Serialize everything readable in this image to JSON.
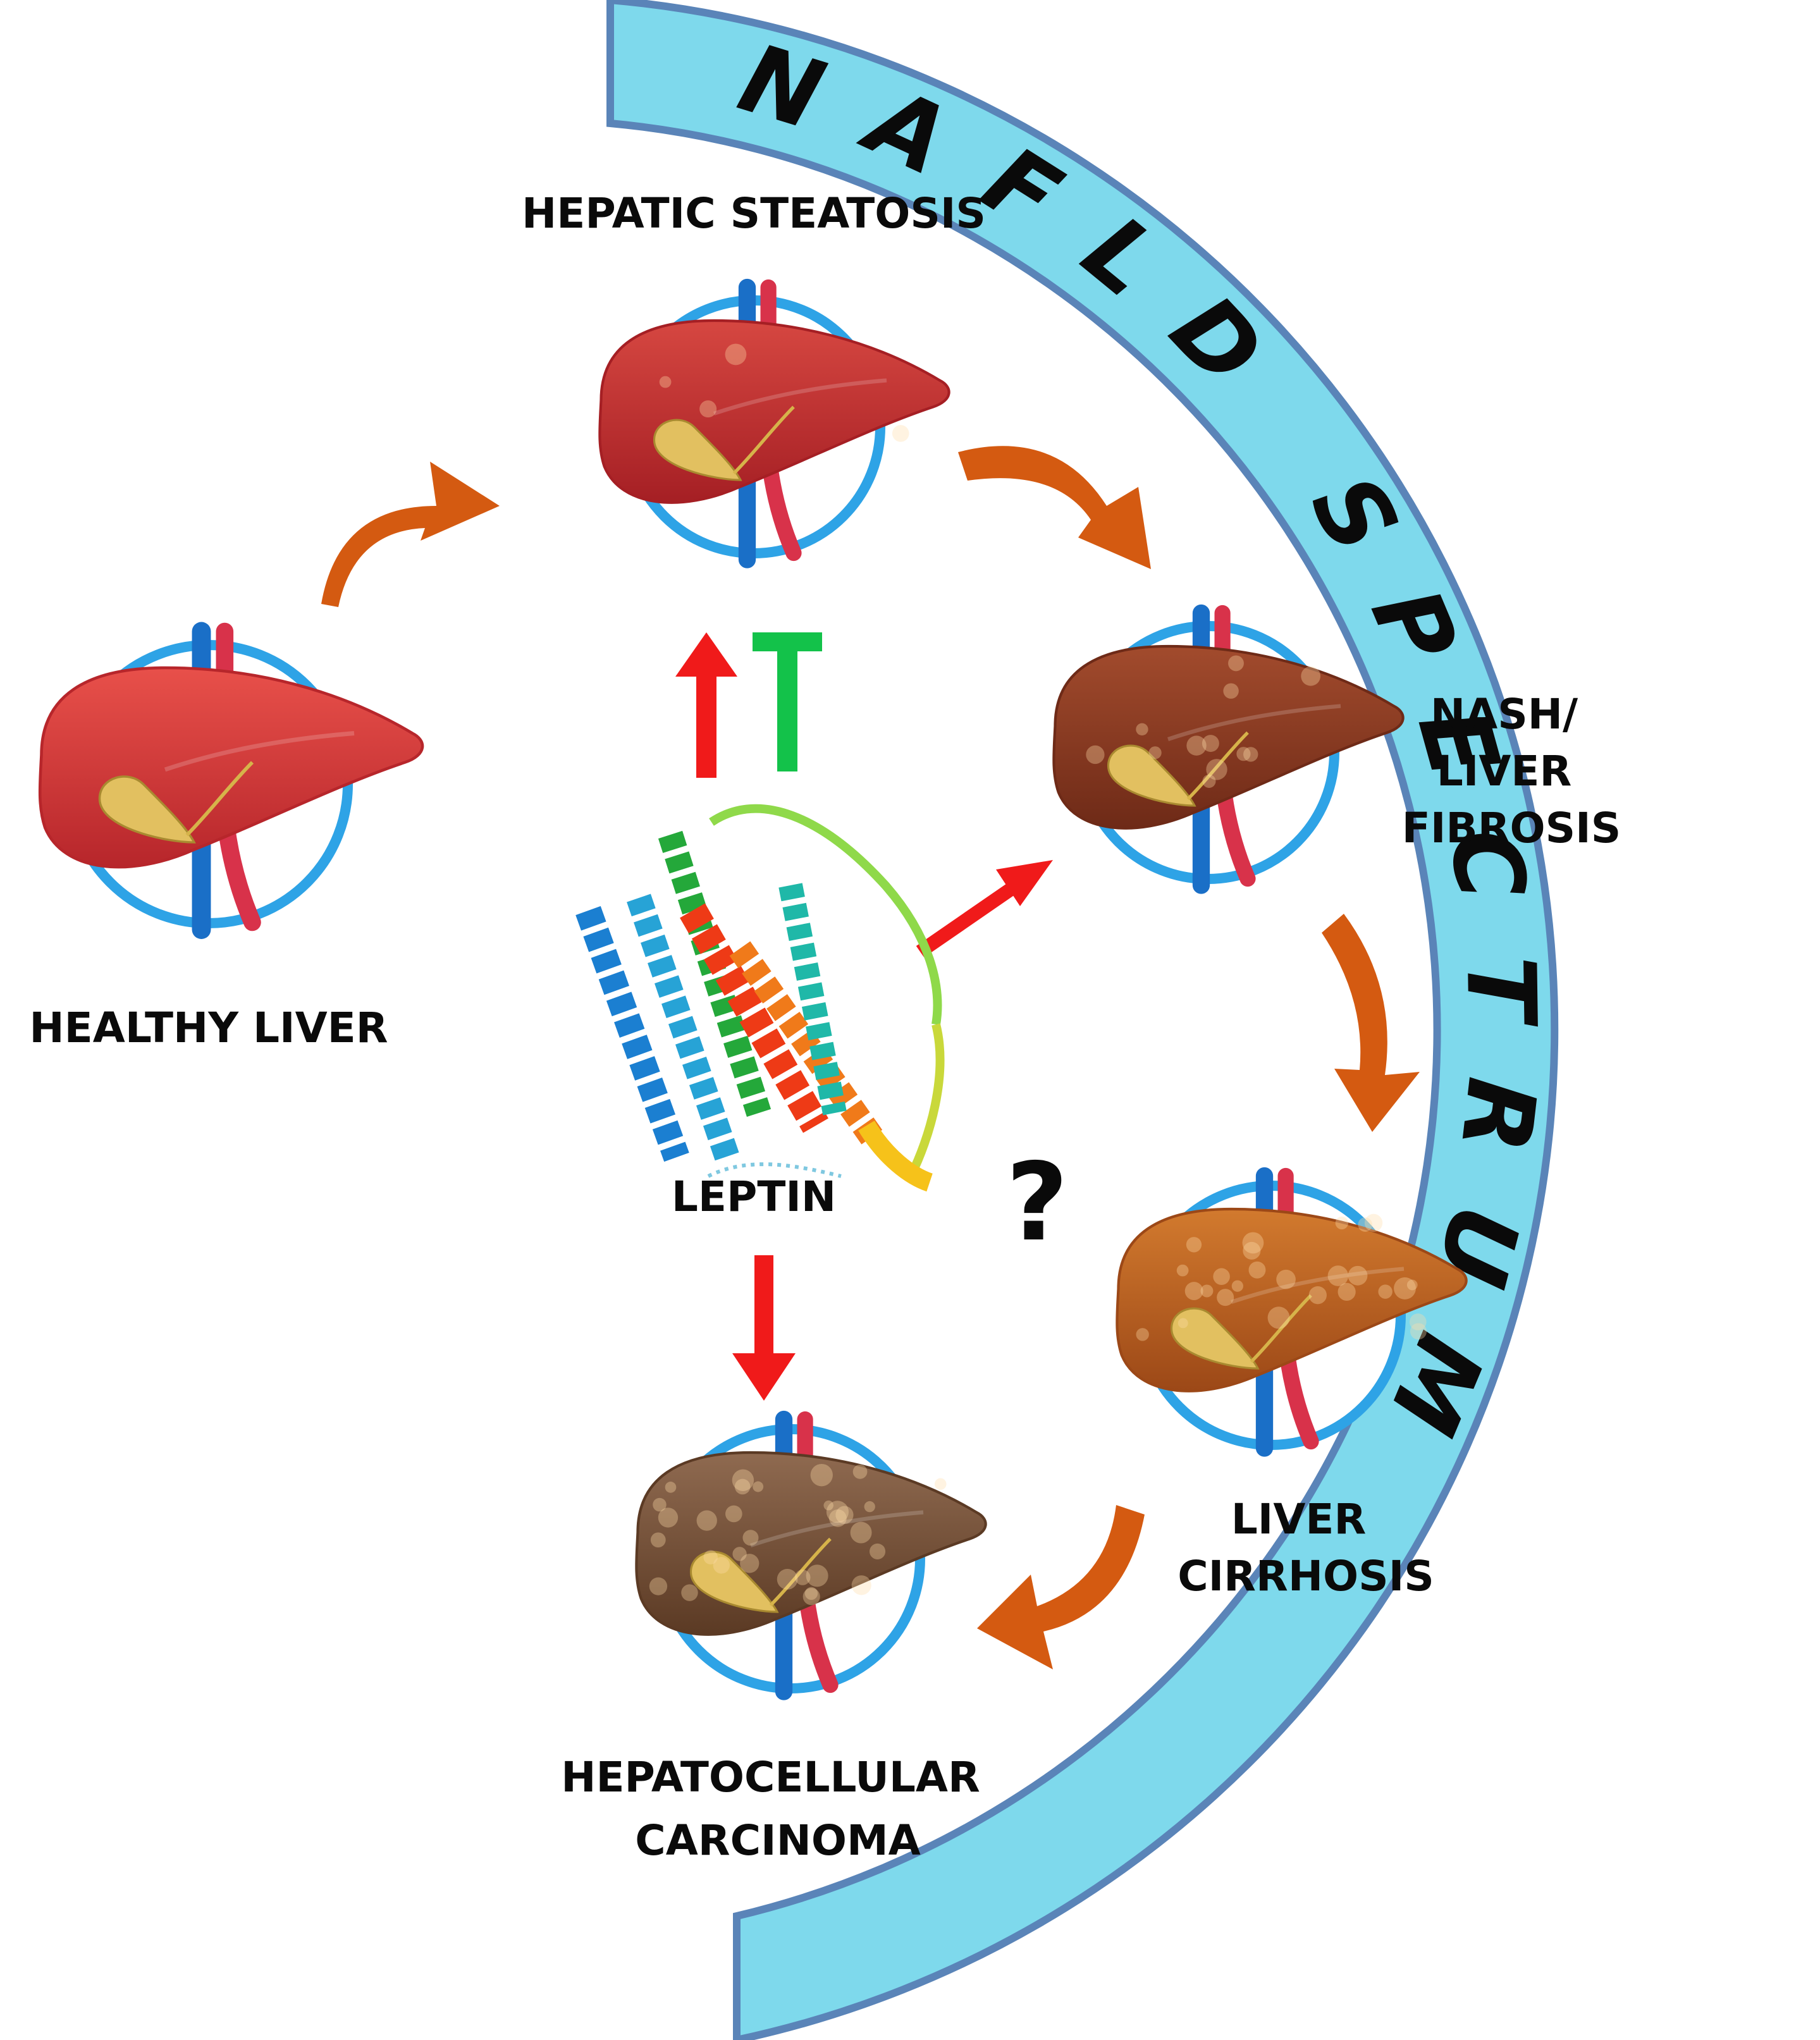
{
  "nafld_title": "NAFLD SPECTRUM",
  "stages": {
    "healthy": {
      "label": [
        "HEALTHY LIVER"
      ],
      "tone": [
        "#e8504a",
        "#b7262b"
      ]
    },
    "steatosis": {
      "label": [
        "HEPATIC STEATOSIS"
      ],
      "tone": [
        "#d64741",
        "#a51f24"
      ]
    },
    "nash": {
      "label": [
        "NASH/",
        "LIVER",
        "FIBROSIS"
      ],
      "tone": [
        "#a24b2d",
        "#6e2a17"
      ]
    },
    "cirrhosis": {
      "label": [
        "LIVER",
        "CIRRHOSIS"
      ],
      "tone": [
        "#d27a2e",
        "#9c4817"
      ]
    },
    "hcc": {
      "label": [
        "HEPATOCELLULAR",
        "CARCINOMA"
      ],
      "tone": [
        "#8f6a50",
        "#5b3a24"
      ]
    }
  },
  "leptin": {
    "label": "LEPTIN"
  },
  "unknown_marker": "?",
  "colors": {
    "spectrum_band": "#7ed9ec",
    "spectrum_border": "#5a84b8",
    "ring": "#2ea3e6",
    "progression_arrow": "#d45a11",
    "promote_arrow": "#f01a1a",
    "inhibit_symbol": "#13c24a",
    "vein": "#1a6fc7",
    "artery": "#d8324a"
  },
  "icons": [
    "liver-icon",
    "leptin-protein-icon",
    "progression-arrow-icon",
    "promote-arrow-icon",
    "inhibit-t-icon"
  ]
}
